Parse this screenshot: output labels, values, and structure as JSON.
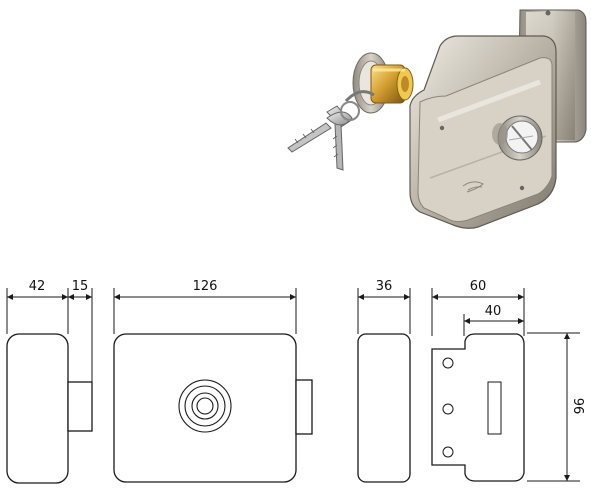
{
  "diagram": {
    "dimensions": {
      "left_body_width": "42",
      "bolt_projection": "15",
      "front_width": "126",
      "top_depth": "36",
      "side_width": "60",
      "side_inner_width": "40",
      "height": "96"
    },
    "colors": {
      "line": "#1a1a1a",
      "metal_light": "#d9d4c8",
      "metal_dark": "#6f6a61",
      "brass": "#c8962e",
      "key_metal": "#b9b9b9"
    }
  }
}
